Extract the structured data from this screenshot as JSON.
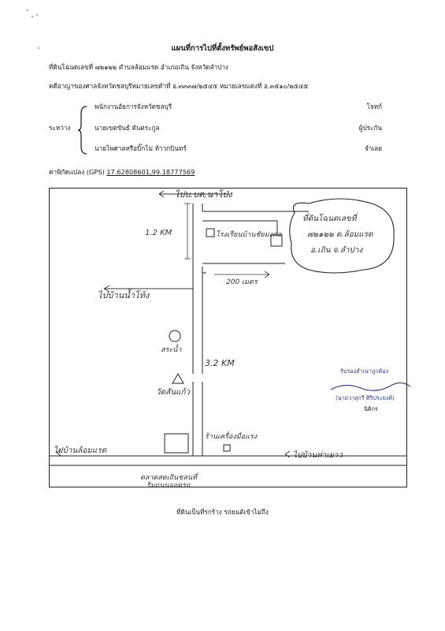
{
  "doc": {
    "title": "แผนที่การไปที่ตั้งทรัพย์พอสังเขป",
    "deed_line": "ที่ดินโฉนดเลขที่ ๗๒๑๒๒ ตำบลล้อมแรด อำเภอเถิน จังหวัดลำปาง",
    "case_line": "คดีอาญาของศาลจังหวัดชลบุรีหมายเลขดำที่ อ.๓๓๓๗/๒๕๔๕ หมายเลขแดงที่ อ.๓๕๑๐/๒๕๔๕",
    "between_label": "ระหว่าง",
    "parties": [
      {
        "name": "พนักงานอัยการจังหวัดชลบุรี",
        "role": "โจทก์"
      },
      {
        "name": "นายเขตขันธ์ ตันตระกูล",
        "role": "ผู้ประกัน"
      },
      {
        "name": "นายไพศาลหรือบิ๊กโม่ ท้าวกบินทร์",
        "role": "จำเลย"
      }
    ],
    "gps_label": "ค่าพิกัดแปลง (GPS)",
    "gps_value": "17.62808601,99.18777569",
    "footer": "ที่ดินเป็นที่รกร้าง รถยนต์เข้าไม่ถึง"
  },
  "map": {
    "labels": {
      "top_road": "ไปบ.บต,นาโป่ง",
      "dist_north": "1.2 KM",
      "north_landmark": "โรงเรียนบ้านชัยมงคล",
      "bubble_line1": "ที่ดินโฉนดเลขที่",
      "bubble_line2": "๗๒๑๒๒ ต.ล้อมแรด",
      "bubble_line3": "อ.เถิน จ.ลำปาง",
      "dist_east": "200 เมตร",
      "west_branch": "ไปบ้านน้ำโท้ง",
      "pond": "สระน้ำ",
      "dist_main": "3.2 KM",
      "temple": "วัดสันแก้ว",
      "shop": "ร้านเครื่องมือแรง",
      "west_bottom": "ไปบ้านล้อมแรด",
      "east_bottom": "ไปบ้านท่าเยาว",
      "market_line1": "ตลาดสดเถินชลนที่",
      "market_line2": "ริมถนนจอดรถ"
    }
  },
  "stamp": {
    "certify": "รับรองสำเนาถูกต้อง",
    "name": "(นายวาสุกรี ศิริประยงค์)",
    "position": "นิติกร"
  }
}
